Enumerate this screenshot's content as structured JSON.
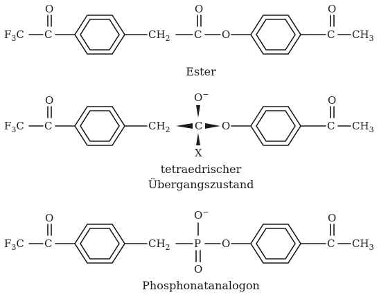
{
  "atoms": {
    "O": "O",
    "C": "C",
    "F": "F",
    "F_sub": "3",
    "CH": "CH",
    "H_sub_2": "2",
    "H_sub_3": "3",
    "P": "P",
    "X": "X",
    "minus": "−"
  },
  "captions": {
    "ester": "Ester",
    "transition_line1": "tetraedrischer",
    "transition_line2": "Übergangszustand",
    "analog": "Phosphonatanalogon"
  }
}
